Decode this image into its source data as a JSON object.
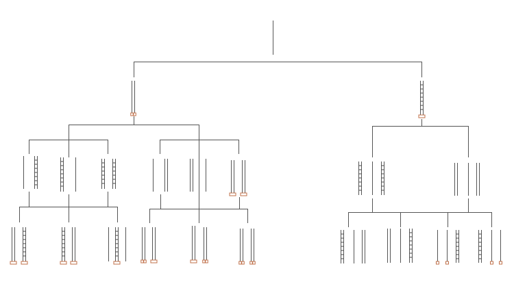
{
  "diagram": {
    "type": "tree",
    "colors": {
      "background": "#ffffff",
      "line": "#555555",
      "rung": "#444444",
      "cap": "#c0704a"
    },
    "glyph_kinds": [
      "single-line",
      "double-line",
      "ladder",
      "capped-end"
    ]
  }
}
